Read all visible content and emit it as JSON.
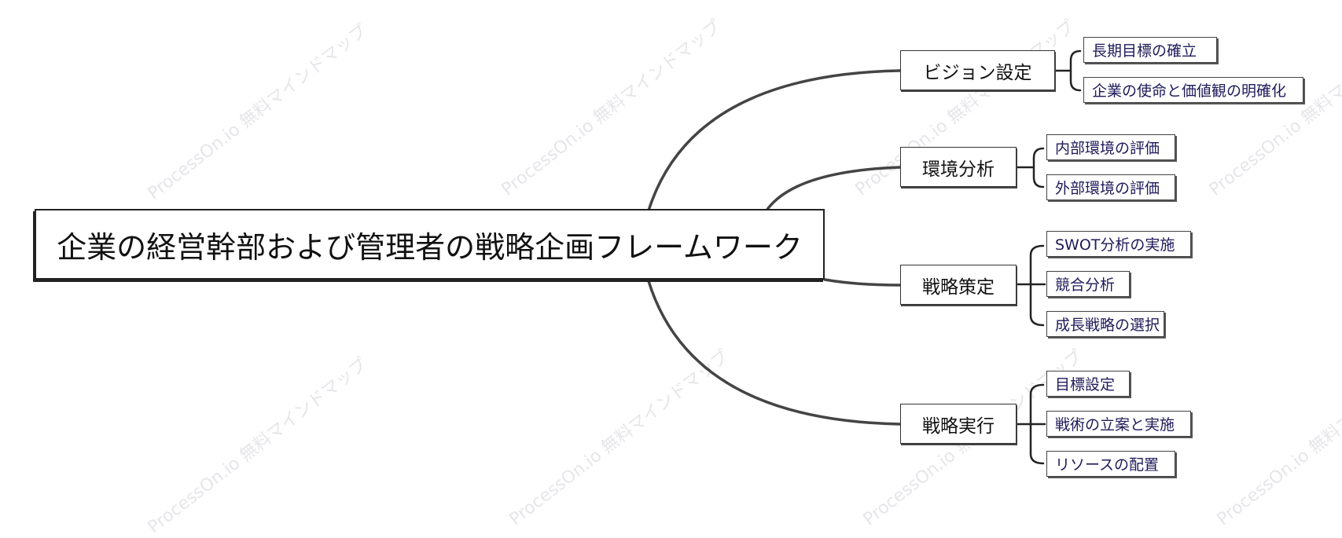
{
  "watermark": "ProcessOn.io 無料マインドマップ",
  "root": {
    "label": "企業の経営幹部および管理者の戦略企画フレームワーク"
  },
  "branches": [
    {
      "label": "ビジョン設定",
      "children": [
        "長期目標の確立",
        "企業の使命と価値観の明確化"
      ]
    },
    {
      "label": "環境分析",
      "children": [
        "内部環境の評価",
        "外部環境の評価"
      ]
    },
    {
      "label": "戦略策定",
      "children": [
        "SWOT分析の実施",
        "競合分析",
        "成長戦略の選択"
      ]
    },
    {
      "label": "戦略実行",
      "children": [
        "目標設定",
        "戦術の立案と実施",
        "リソースの配置"
      ]
    }
  ]
}
